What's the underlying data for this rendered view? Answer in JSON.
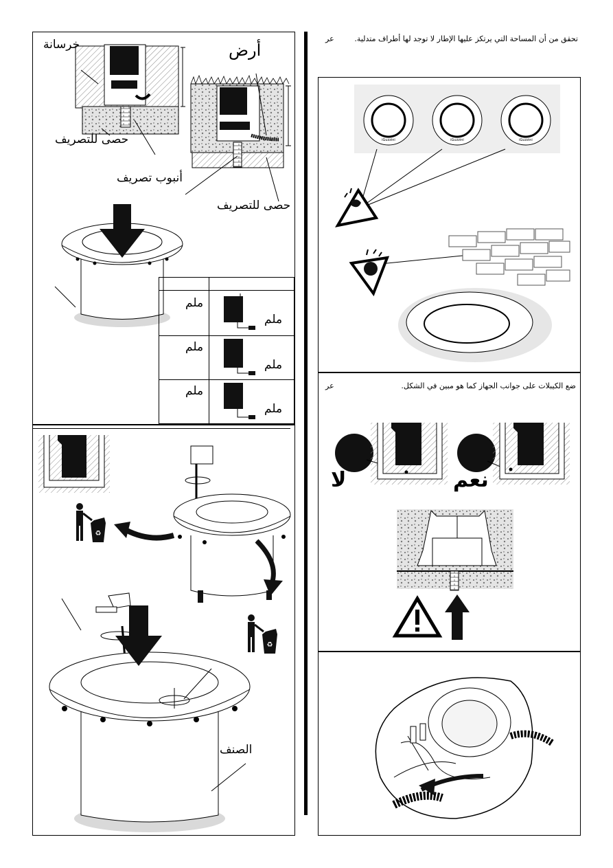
{
  "top_left": {
    "concrete_label": "خرسانة",
    "ground_label": "أرض",
    "gravel_label_1": "حصى للتصريف",
    "gravel_label_2": "حصى للتصريف",
    "drain_pipe_label": "أنبوب تصريف",
    "table_rows": [
      {
        "left": "ملم",
        "right": "ملم"
      },
      {
        "left": "ملم",
        "right": "ملم"
      },
      {
        "left": "ملم",
        "right": "ملم"
      }
    ]
  },
  "bottom_left": {
    "type_label": "الصنف"
  },
  "top_right": {
    "instruction_lang": "عر",
    "instruction_text": "تحقق من أن المساحة       التي يرتكز عليها الإطار لا توجد لها أطراف متدلية.",
    "brand_text": "iGuzzini"
  },
  "middle_right": {
    "instruction_lang": "عر",
    "instruction_text": "ضع الكيبلات على جوانب الجهاز كما هو مبين في الشكل.",
    "no_label": "لا",
    "yes_label": "نعم"
  },
  "colors": {
    "ink": "#000000",
    "paper": "#ffffff",
    "hatch": "#9a9a9a",
    "gravel": "#cfcfcf",
    "shadow": "#d9d9d9"
  },
  "icons": [
    "down-arrow-icon",
    "trash-recycle-icon",
    "warning-triangle-icon",
    "up-arrow-icon",
    "sealant-gun-icon"
  ]
}
